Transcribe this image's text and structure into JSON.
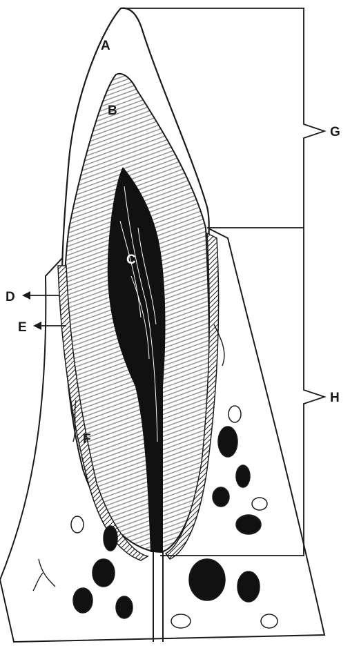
{
  "diagram": {
    "labels": {
      "A": "A",
      "B": "B",
      "C": "C",
      "D": "D",
      "E": "E",
      "F": "F",
      "G": "G",
      "H": "H"
    },
    "colors": {
      "line": "#1a1a1a",
      "enamel": "#ffffff",
      "dentin": "#d9d9d9",
      "pulp": "#111111",
      "bone": "#f4f4f4"
    }
  }
}
